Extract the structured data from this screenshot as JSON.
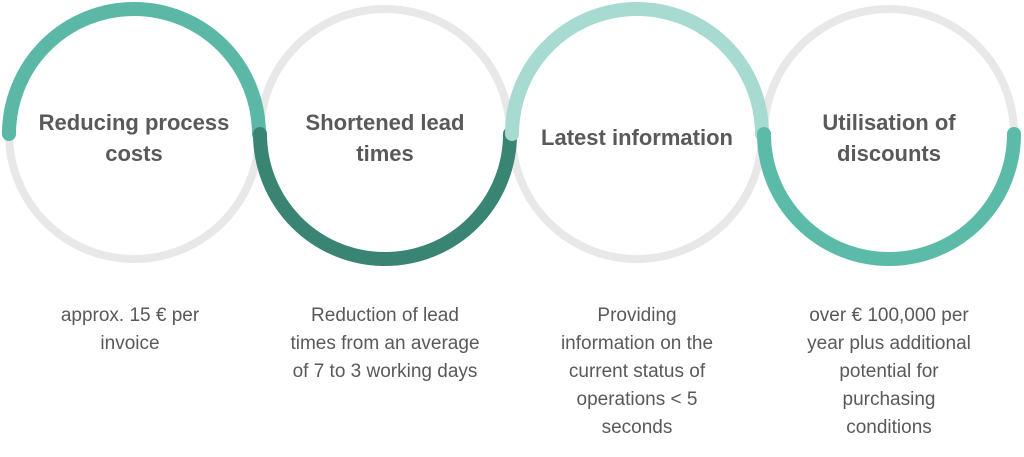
{
  "colors": {
    "track": "#e8e8e8",
    "text": "#595959",
    "ring1": "#5bb8a6",
    "ring2": "#3a8473",
    "ring3": "#a7dad0",
    "ring4": "#5bbba8"
  },
  "steps": [
    {
      "title_line1": "Reducing process",
      "title_line2": "costs",
      "desc_lines": [
        "approx. 15 € per",
        "invoice"
      ]
    },
    {
      "title_line1": "Shortened lead",
      "title_line2": "times",
      "desc_lines": [
        "Reduction of lead",
        "times from an average",
        "of 7 to 3 working days"
      ]
    },
    {
      "title_line1": "Latest information",
      "title_line2": "",
      "desc_lines": [
        "Providing",
        "information on the",
        "current status of",
        "operations < 5",
        "seconds"
      ]
    },
    {
      "title_line1": "Utilisation of",
      "title_line2": "discounts",
      "desc_lines": [
        "over € 100,000 per",
        "year plus additional",
        "potential for",
        "purchasing",
        "conditions"
      ]
    }
  ]
}
